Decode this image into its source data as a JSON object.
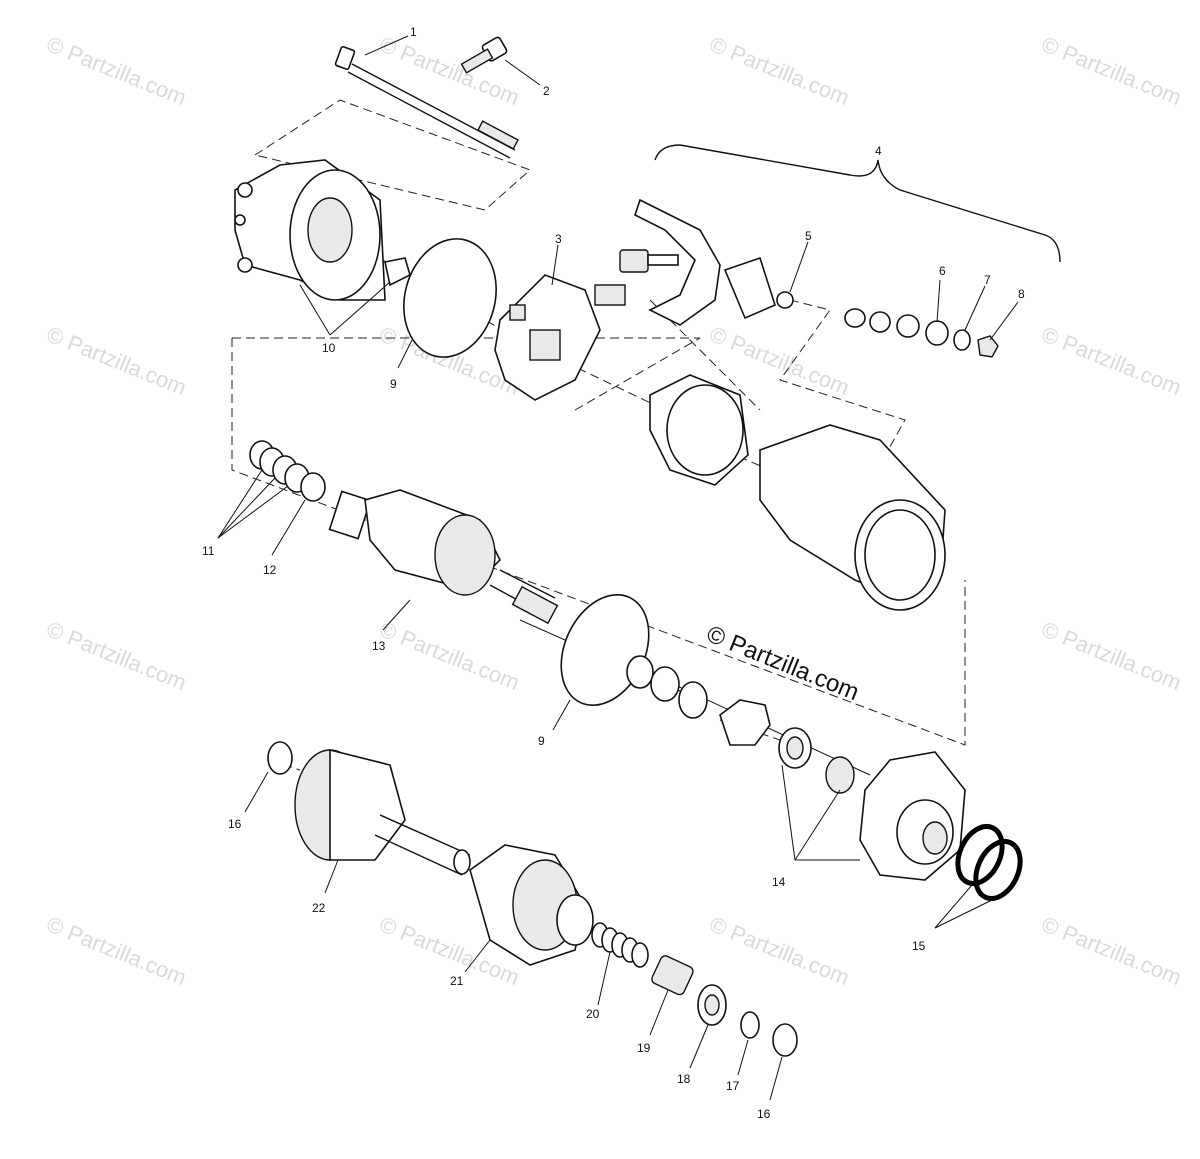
{
  "diagram": {
    "callouts": {
      "c1": "1",
      "c2": "2",
      "c3": "3",
      "c4": "4",
      "c5": "5",
      "c6": "6",
      "c7": "7",
      "c8": "8",
      "c9a": "9",
      "c9b": "9",
      "c10": "10",
      "c11": "11",
      "c12": "12",
      "c13": "13",
      "c14": "14",
      "c15": "15",
      "c16a": "16",
      "c16b": "16",
      "c17": "17",
      "c18": "18",
      "c19": "19",
      "c20": "20",
      "c21": "21",
      "c22": "22"
    },
    "watermark": "© Partzilla.com",
    "center_watermark": "© Partzilla.com"
  }
}
